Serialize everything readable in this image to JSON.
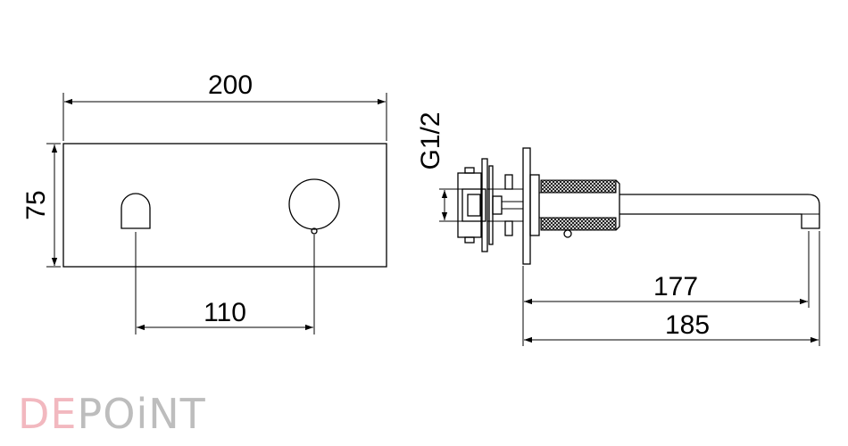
{
  "dimensions": {
    "plate_width": "200",
    "plate_height": "75",
    "outlet_spacing": "110",
    "spout_length": "177",
    "total_depth": "185",
    "thread": "G1/2"
  },
  "logo": {
    "prefix": "DE",
    "suffix": "POiNT",
    "prefix_color": "#f2b8bf",
    "suffix_color": "#bdbdbd"
  }
}
